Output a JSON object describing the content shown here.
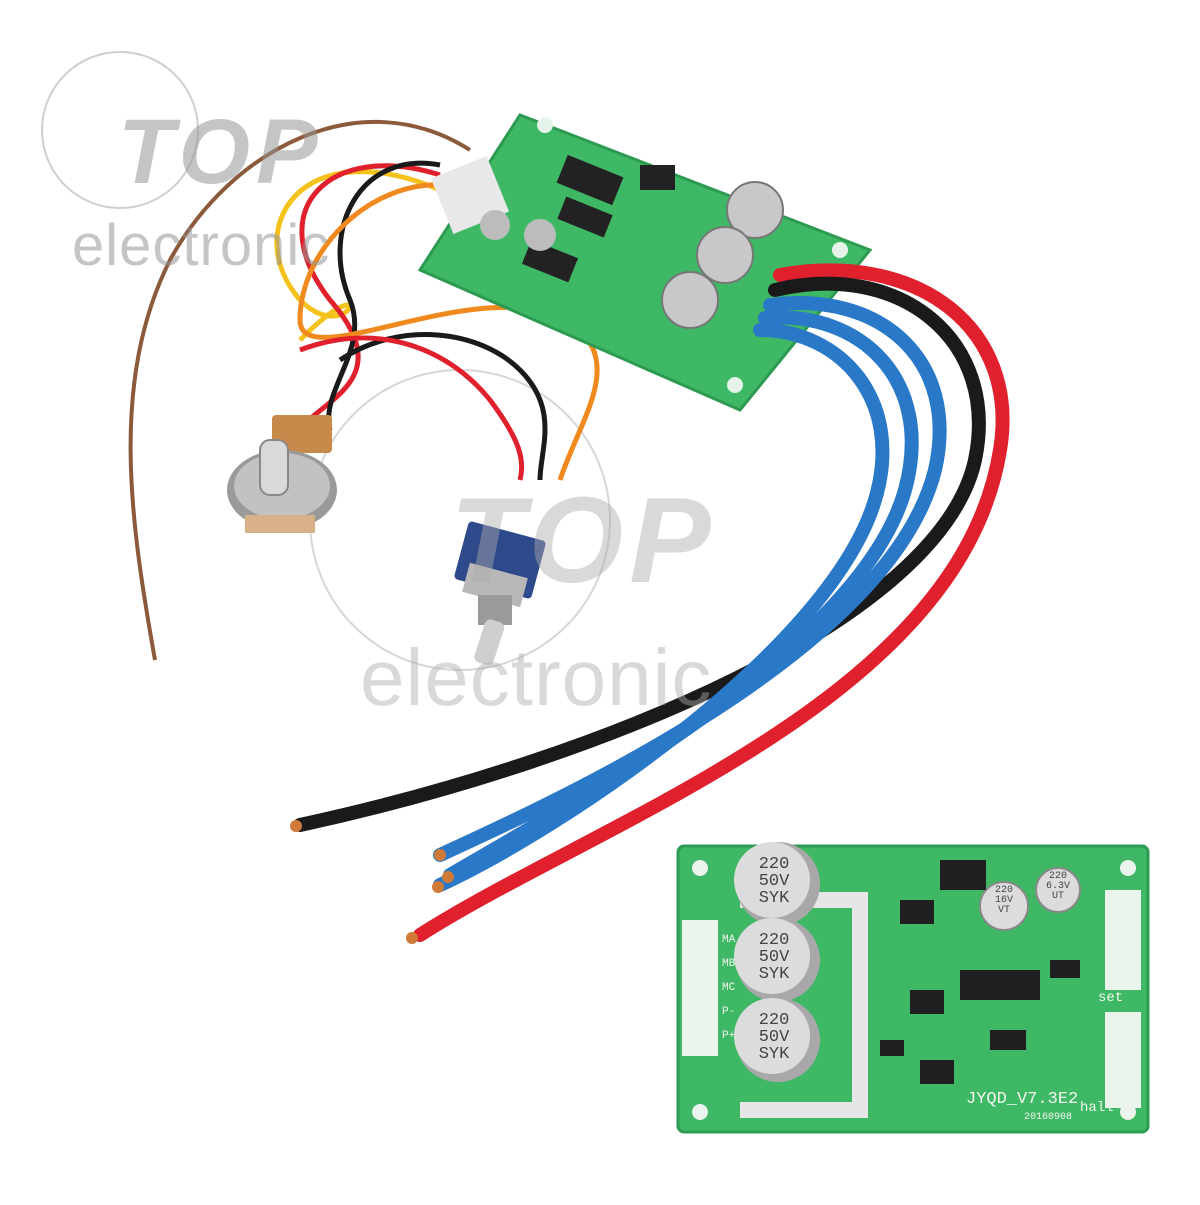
{
  "watermark": {
    "brand": "TOP",
    "tagline": "electronic"
  },
  "board_closeup": {
    "capacitors_large": [
      {
        "value": "220",
        "voltage": "50V",
        "maker": "SYK"
      },
      {
        "value": "220",
        "voltage": "50V",
        "maker": "SYK"
      },
      {
        "value": "220",
        "voltage": "50V",
        "maker": "SYK"
      }
    ],
    "capacitor_small_1": {
      "value": "220",
      "voltage": "16V",
      "maker": "VT"
    },
    "capacitor_small_2": {
      "value": "220",
      "voltage": "6.3V",
      "maker": "UT"
    },
    "motor_pins": [
      "MA",
      "MB",
      "MC",
      "P-",
      "P+"
    ],
    "label_set": "set",
    "label_hall": "hall",
    "model": "JYQD_V7.3E2",
    "date_code": "20160908"
  },
  "colors": {
    "pcb_green": "#3fb866",
    "wire_blue": "#2a78c8",
    "wire_red": "#e0202c",
    "wire_black": "#1a1a1a",
    "wire_orange": "#f08a1e",
    "wire_yellow": "#f4c21a",
    "wire_brown": "#8a5a3a"
  }
}
